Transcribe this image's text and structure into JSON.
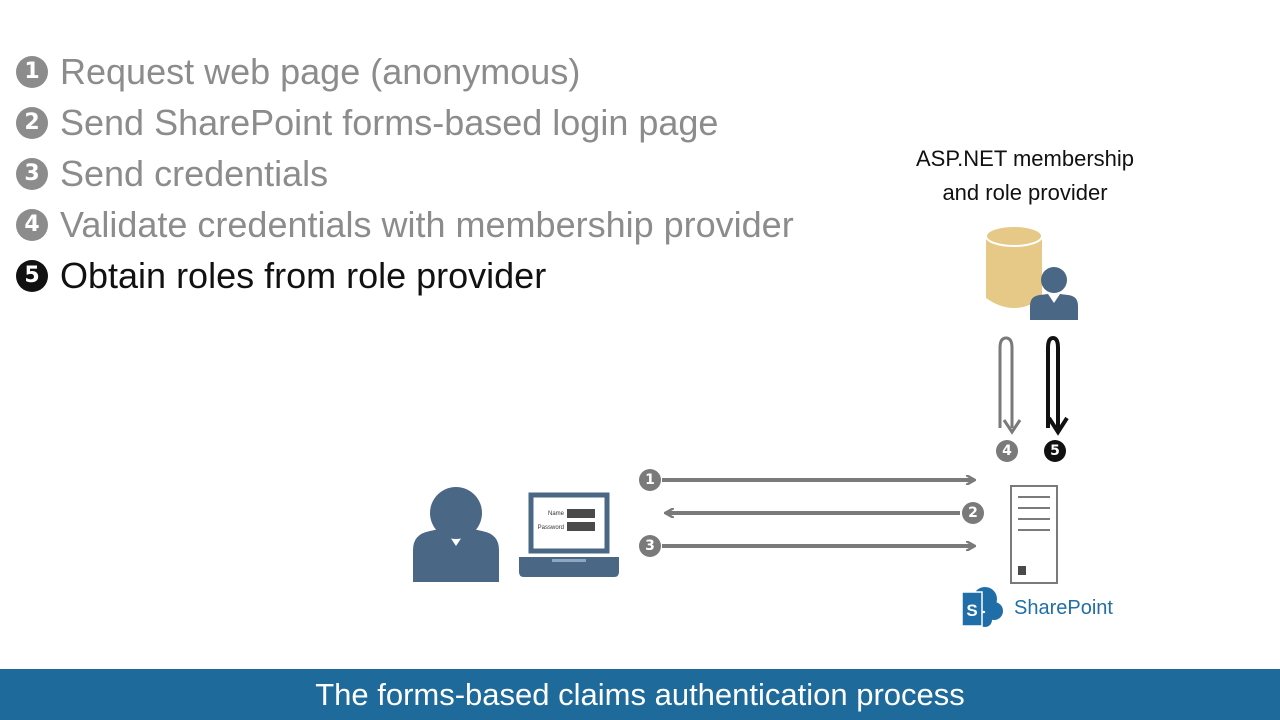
{
  "steps": [
    {
      "num": "1",
      "text": "Request web page (anonymous)",
      "active": false
    },
    {
      "num": "2",
      "text": "Send SharePoint forms-based login page",
      "active": false
    },
    {
      "num": "3",
      "text": "Send credentials",
      "active": false
    },
    {
      "num": "4",
      "text": "Validate credentials with membership provider",
      "active": false
    },
    {
      "num": "5",
      "text": "Obtain roles from role provider",
      "active": true
    }
  ],
  "provider": {
    "line1": "ASP.NET membership",
    "line2": "and role provider"
  },
  "login_form": {
    "name_label": "Name",
    "password_label": "Password"
  },
  "flow_badges": {
    "b1": "1",
    "b2": "2",
    "b3": "3",
    "b4": "4",
    "b5": "5"
  },
  "sharepoint": {
    "logo_letter": "S",
    "label": "SharePoint"
  },
  "footer": {
    "title": "The forms-based claims authentication process"
  },
  "colors": {
    "inactive": "#8c8c8c",
    "active": "#111111",
    "icon_blue": "#4a6785",
    "database": "#e6c987",
    "arrow_gray": "#7a7a7a",
    "footer_bg": "#1e6a9a",
    "sharepoint_blue": "#1f6ea8"
  },
  "icons": [
    "user-icon",
    "laptop-icon",
    "database-icon",
    "server-icon",
    "sharepoint-logo-icon"
  ]
}
